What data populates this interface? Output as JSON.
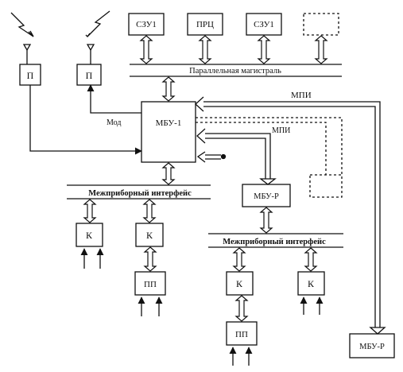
{
  "blocks": {
    "szu1_a": "СЗУ1",
    "prc": "ПРЦ",
    "szu1_b": "СЗУ1",
    "p_left": "П",
    "p_mid": "П",
    "mbu1": "МБУ-1",
    "mbu_r_mid": "МБУ-Р",
    "mbu_r_bottom": "МБУ-Р",
    "k1": "К",
    "k2": "К",
    "k3": "К",
    "k4": "К",
    "pp1": "ПП",
    "pp2": "ПП"
  },
  "buses": {
    "parallel": "Параллельная магистраль",
    "interdevice_1": "Межприборный интерфейс",
    "interdevice_2": "Межприборный интерфейс"
  },
  "labels": {
    "mpi": "МПИ",
    "mpi1": "МПИ",
    "mod": "Мод"
  }
}
